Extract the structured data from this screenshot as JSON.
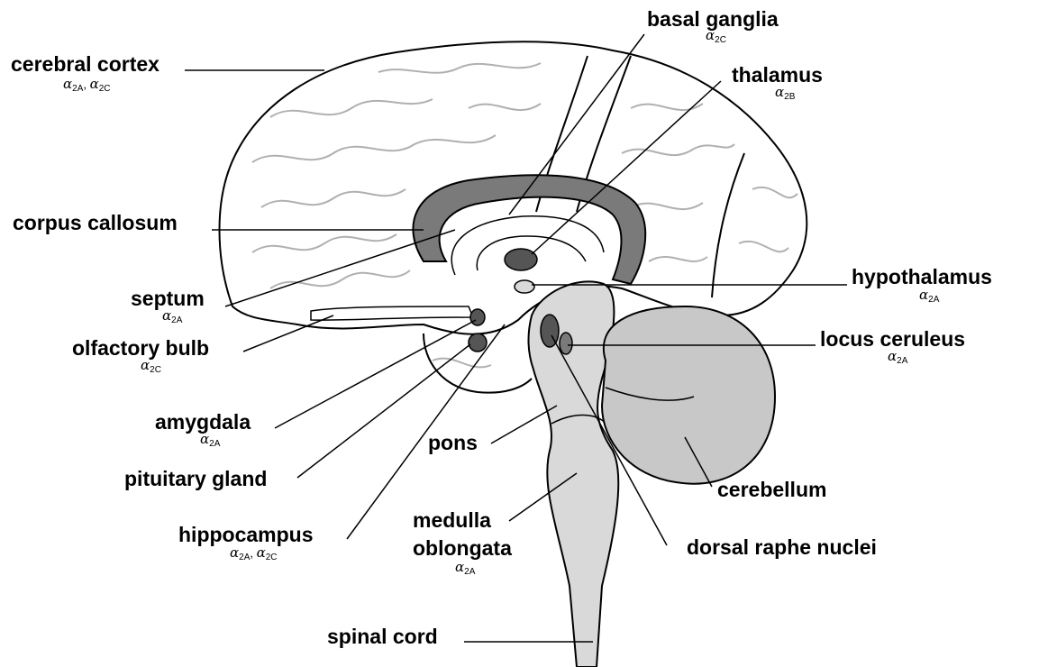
{
  "labels": {
    "cerebral_cortex": {
      "name": "cerebral cortex",
      "sub": [
        {
          "a": "α",
          "s": "2A"
        },
        {
          "a": "α",
          "s": "2C"
        }
      ]
    },
    "basal_ganglia": {
      "name": "basal ganglia",
      "sub": [
        {
          "a": "α",
          "s": "2C"
        }
      ]
    },
    "thalamus": {
      "name": "thalamus",
      "sub": [
        {
          "a": "α",
          "s": "2B"
        }
      ]
    },
    "corpus_callosum": {
      "name": "corpus callosum"
    },
    "septum": {
      "name": "septum",
      "sub": [
        {
          "a": "α",
          "s": "2A"
        }
      ]
    },
    "hypothalamus": {
      "name": "hypothalamus",
      "sub": [
        {
          "a": "α",
          "s": "2A"
        }
      ]
    },
    "olfactory_bulb": {
      "name": "olfactory bulb",
      "sub": [
        {
          "a": "α",
          "s": "2C"
        }
      ]
    },
    "locus_ceruleus": {
      "name": "locus ceruleus",
      "sub": [
        {
          "a": "α",
          "s": "2A"
        }
      ]
    },
    "amygdala": {
      "name": "amygdala",
      "sub": [
        {
          "a": "α",
          "s": "2A"
        }
      ]
    },
    "pons": {
      "name": "pons"
    },
    "pituitary_gland": {
      "name": "pituitary gland"
    },
    "cerebellum": {
      "name": "cerebellum"
    },
    "hippocampus": {
      "name": "hippocampus",
      "sub": [
        {
          "a": "α",
          "s": "2A"
        },
        {
          "a": "α",
          "s": "2C"
        }
      ]
    },
    "medulla_oblongata": {
      "name_line1": "medulla",
      "name_line2": "oblongata",
      "sub": [
        {
          "a": "α",
          "s": "2A"
        }
      ]
    },
    "dorsal_raphe_nuclei": {
      "name": "dorsal raphe nuclei"
    },
    "spinal_cord": {
      "name": "spinal cord"
    }
  },
  "colors": {
    "outline": "#000000",
    "structure_dark": "#7a7a7a",
    "structure_nuclei": "#555555",
    "brainstem_fill": "#d9d9d9",
    "cerebellum_fill": "#c8c8c8",
    "gyri": "#b0b0b0"
  }
}
